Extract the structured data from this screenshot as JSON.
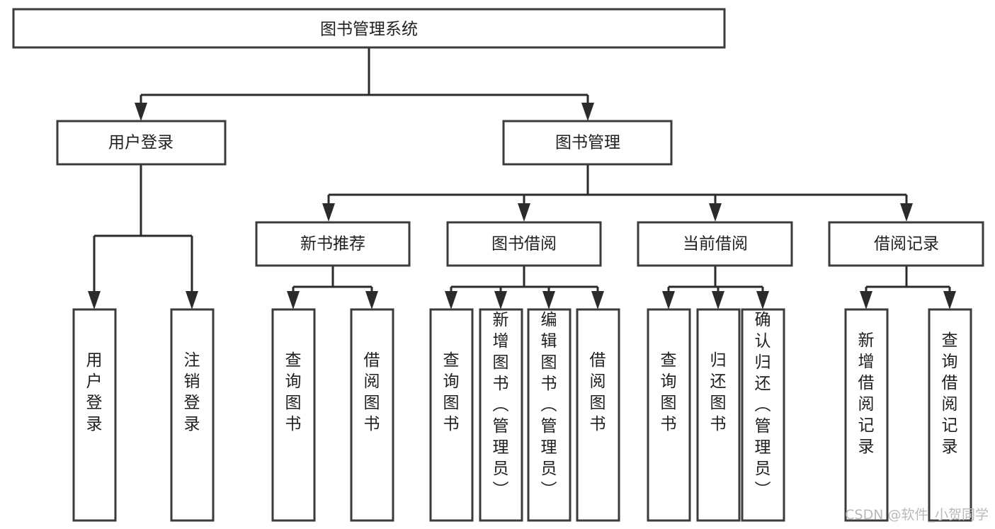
{
  "diagram": {
    "title": "图书管理系统",
    "type": "tree-hierarchy-chart",
    "colors": {
      "box_stroke": "#3b3b3b",
      "connector": "#2b2b2b",
      "text": "#1f1f1f",
      "background": "#ffffff",
      "watermark": "#b9b9b9"
    },
    "root": {
      "label": "图书管理系统"
    },
    "level1": [
      {
        "label": "用户登录"
      },
      {
        "label": "图书管理"
      }
    ],
    "level2": [
      {
        "label": "新书推荐"
      },
      {
        "label": "图书借阅"
      },
      {
        "label": "当前借阅"
      },
      {
        "label": "借阅记录"
      }
    ],
    "leaves": {
      "user_login": [
        {
          "label": "用户登录"
        },
        {
          "label": "注销登录"
        }
      ],
      "new_book_recommend": [
        {
          "label": "查询图书"
        },
        {
          "label": "借阅图书"
        }
      ],
      "book_borrow": [
        {
          "label": "查询图书"
        },
        {
          "label": "新增图书（管理员）"
        },
        {
          "label": "编辑图书（管理员）"
        },
        {
          "label": "借阅图书"
        }
      ],
      "current_borrow": [
        {
          "label": "查询图书"
        },
        {
          "label": "归还图书"
        },
        {
          "label": "确认归还（管理员）"
        }
      ],
      "borrow_record": [
        {
          "label": "新增借阅记录"
        },
        {
          "label": "查询借阅记录"
        }
      ]
    }
  },
  "watermark": {
    "text": "CSDN @软件_小贺同学"
  }
}
